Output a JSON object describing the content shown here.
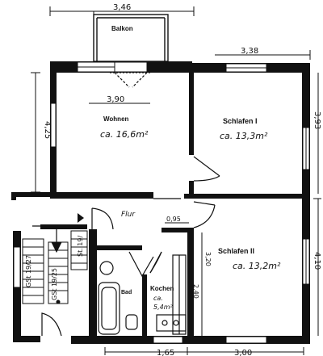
{
  "plan": {
    "dimensions": {
      "top_balcony": "3,46",
      "top_right": "3,38",
      "wohnen_inner": "3,90",
      "left_wohnen": "4,25",
      "right_top": "3,93",
      "right_bottom": "4,10",
      "flur_small": "0,95",
      "schlafen2_left": "3,20",
      "kochen_height": "2,40",
      "bottom_left": "1,65",
      "bottom_right": "3,00"
    },
    "rooms": {
      "balkon": {
        "name": "Balkon"
      },
      "wohnen": {
        "name": "Wohnen",
        "area": "ca. 16,6m²"
      },
      "schlafen1": {
        "name": "Schlafen I",
        "area": "ca. 13,3m²"
      },
      "flur": {
        "name": "Flur"
      },
      "schlafen2": {
        "name": "Schlafen II",
        "area": "ca. 13,2m²"
      },
      "bad": {
        "name": "Bad"
      },
      "kochen": {
        "name": "Kochen",
        "area_line1": "ca.",
        "area_line2": "5,4m²"
      }
    },
    "stairs": {
      "label_left": "GSt 19/27",
      "label_mid": "GSt 19/25",
      "label_right": "St. 19/"
    }
  }
}
